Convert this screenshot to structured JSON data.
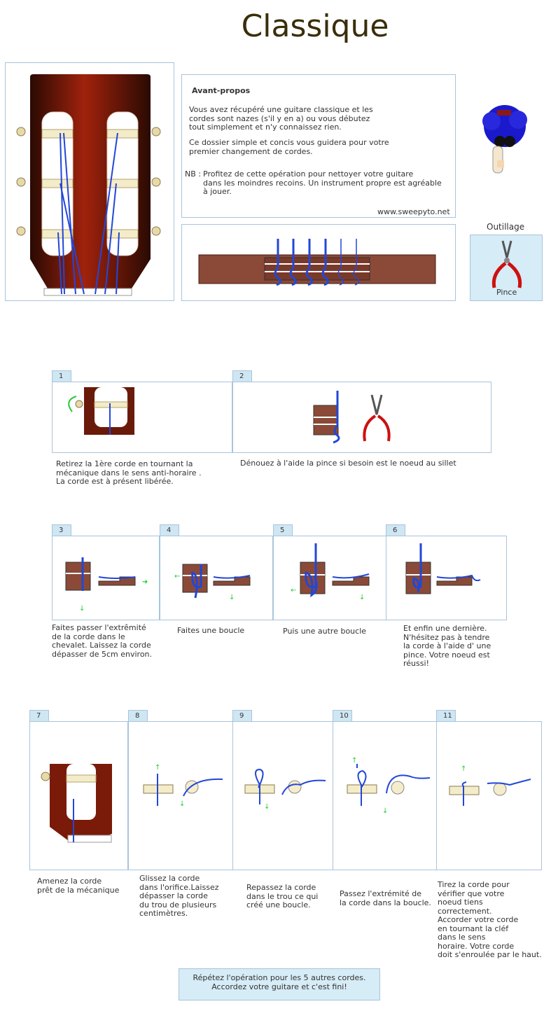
{
  "title": "Classique",
  "foreword": {
    "heading": "Avant-propos",
    "paragraph1": "    Vous avez récupéré une guitare classique et les\ncordes sont nazes (s'il y en a) ou vous débutez\ntout simplement  et n'y connaissez rien.",
    "paragraph2": "Ce dossier simple et concis vous guidera pour votre\npremier changement de cordes.",
    "nb_label": "NB :",
    "nb_text": "Profitez de cette opération pour nettoyer votre guitare\n    dans les moindres recoins. Un instrument propre est agréable\n    à jouer.",
    "site": "www.sweepyto.net"
  },
  "tools": {
    "heading": "Outillage",
    "item": "Pince"
  },
  "steps": [
    {
      "number": "1",
      "text": "Retirez la 1ère corde en tournant la\nmécanique dans le sens  anti-horaire .\n La corde est à présent libérée."
    },
    {
      "number": "2",
      "text": "Dénouez à l'aide la pince si besoin est le noeud au sillet"
    },
    {
      "number": "3",
      "text": "Faites passer l'extrêmité\nde la corde dans le\nchevalet. Laissez la corde\ndépasser de 5cm environ."
    },
    {
      "number": "4",
      "text": "Faites une boucle"
    },
    {
      "number": "5",
      "text": "Puis une autre boucle"
    },
    {
      "number": "6",
      "text": "Et enfin une dernière.\nN'hésitez pas à tendre\nla corde à l'aide d' une\npince. Votre noeud est\nréussi!"
    },
    {
      "number": "7",
      "text": "Amenez la corde\nprêt de la mécanique"
    },
    {
      "number": "8",
      "text": "Glissez la corde\ndans l'orifice.Laissez\ndépasser la corde\ndu trou de plusieurs\ncentimètres."
    },
    {
      "number": "9",
      "text": "Repassez la corde\ndans le trou ce qui\ncréé une boucle."
    },
    {
      "number": "10",
      "text": "Passez l'extrémité de\nla corde dans la boucle."
    },
    {
      "number": "11",
      "text": "Tirez la corde pour\nvérifier que votre\nnoeud tiens\ncorrectement.\nAccorder votre corde\nen tournant la cléf\ndans le sens\nhoraire. Votre corde\ndoit s'enroulée par le haut."
    }
  ],
  "final_note": "Répétez l'opération pour les 5 autres cordes.\nAccordez votre guitare et c'est fini!",
  "colors": {
    "border": "#a9c4dc",
    "tab_bg": "#cfe6f3",
    "wood_dark": "#3a0f05",
    "wood_red": "#a0220c",
    "bridge_brown": "#8a4a37",
    "string_blue": "#2247d8",
    "arrow_green": "#22cc33",
    "plier_red": "#cc1111"
  }
}
